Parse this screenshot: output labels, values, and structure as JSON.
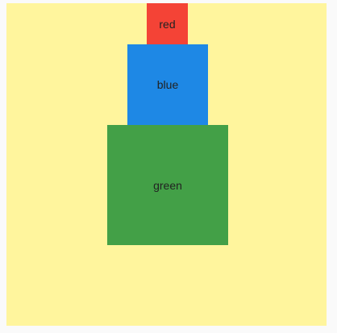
{
  "canvas": {
    "background": "#fff59d"
  },
  "boxes": [
    {
      "label": "red",
      "color": "#f44336"
    },
    {
      "label": "blue",
      "color": "#1e88e5"
    },
    {
      "label": "green",
      "color": "#43a047"
    }
  ]
}
